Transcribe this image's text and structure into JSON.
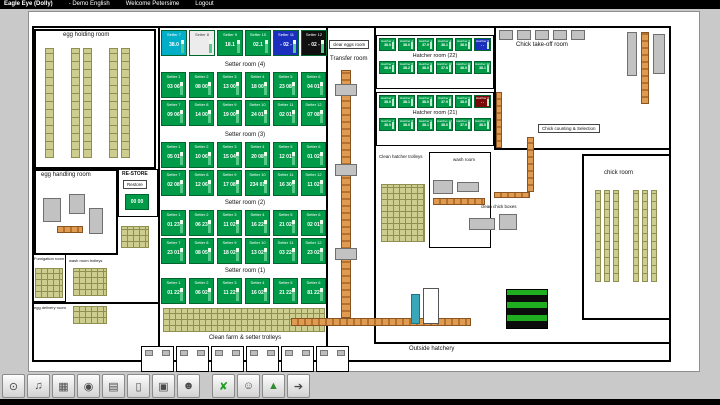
{
  "titlebar": {
    "app": "Eagle Eye (Dolly)",
    "lang": "- Demo English",
    "welcome": "Welcome Petersime",
    "logout": "Logout"
  },
  "colors": {
    "setter_green": "#009B48",
    "panel_blue": "#1B2FBE",
    "panel_black": "#101010",
    "panel_red": "#7A0A0A",
    "panel_teal": "#00AEC7",
    "conveyor_orange": "#DF9C50",
    "rack_tan": "#CDCD8F"
  },
  "rooms": {
    "egg_holding": "egg holding room",
    "egg_handling": "egg handling room",
    "restore_title": "RE-STORE",
    "restore_label": "Restore",
    "restore_value": "00 00",
    "fumigation": "Fumigation room",
    "wash_trolleys": "wash room trolleys",
    "egg_delivery": "egg delivery room",
    "clear_eggs": "clear eggs room",
    "transfer": "Transfer room",
    "chick_takeoff": "Chick take-off room",
    "chick_counting": "Chick counting & Selection",
    "chick_room": "chick room",
    "wash_room": "wash room",
    "clean_hatcher": "Clean hatcher trolleys",
    "clean_chick_boxes": "clean chick boxes",
    "clean_farm": "Clean farm & setter trolleys",
    "outside": "Outside hatchery"
  },
  "top_setters": [
    {
      "n": "Setter 7",
      "v": "38.0",
      "bg": "#00AEC7",
      "fg": "#FFFFFF"
    },
    {
      "n": "Setter 8",
      "v": "",
      "bg": "#ECECEC",
      "fg": "#444444"
    },
    {
      "n": "Setter 9",
      "v": "18.1",
      "bg": "#009B48",
      "fg": "#FFFFFF"
    },
    {
      "n": "Setter 10",
      "v": "02.1",
      "bg": "#009B48",
      "fg": "#FFFFFF"
    },
    {
      "n": "Setter 11",
      "v": "- 02 -",
      "bg": "#1B2FBE",
      "fg": "#FFFFFF"
    },
    {
      "n": "Setter 12",
      "v": "- 02 -",
      "bg": "#101010",
      "fg": "#FFFFFF"
    }
  ],
  "setter_rooms": [
    {
      "label": "Setter room (4)",
      "rows": [
        [
          {
            "n": "Setter 1",
            "v": "03 06"
          },
          {
            "n": "Setter 2",
            "v": "08 00"
          },
          {
            "n": "Setter 3",
            "v": "13 00"
          },
          {
            "n": "Setter 4",
            "v": "18 00"
          },
          {
            "n": "Setter 5",
            "v": "23 08"
          },
          {
            "n": "Setter 6",
            "v": "04 01"
          }
        ],
        [
          {
            "n": "Setter 7",
            "v": "09 06"
          },
          {
            "n": "Setter 8",
            "v": "14 00"
          },
          {
            "n": "Setter 9",
            "v": "19 00"
          },
          {
            "n": "Setter 10",
            "v": "24 01"
          },
          {
            "n": "Setter 11",
            "v": "02 01"
          },
          {
            "n": "Setter 12",
            "v": "07 08"
          }
        ]
      ]
    },
    {
      "label": "Setter room (3)",
      "rows": [
        [
          {
            "n": "Setter 1",
            "v": "05 01"
          },
          {
            "n": "Setter 2",
            "v": "10 06"
          },
          {
            "n": "Setter 3",
            "v": "15 04"
          },
          {
            "n": "Setter 4",
            "v": "20 08"
          },
          {
            "n": "Setter 5",
            "v": "12 01"
          },
          {
            "n": "Setter 6",
            "v": "01 02"
          }
        ],
        [
          {
            "n": "Setter 7",
            "v": "02 08"
          },
          {
            "n": "Setter 8",
            "v": "12 06"
          },
          {
            "n": "Setter 9",
            "v": "17 08"
          },
          {
            "n": "Setter 10",
            "v": "234 01"
          },
          {
            "n": "Setter 11",
            "v": "16 30"
          },
          {
            "n": "Setter 12",
            "v": "11 02"
          }
        ]
      ]
    },
    {
      "label": "Setter room (2)",
      "rows": [
        [
          {
            "n": "Setter 1",
            "v": "01 23"
          },
          {
            "n": "Setter 2",
            "v": "06 23"
          },
          {
            "n": "Setter 3",
            "v": "11 02"
          },
          {
            "n": "Setter 4",
            "v": "16 22"
          },
          {
            "n": "Setter 5",
            "v": "21 02"
          },
          {
            "n": "Setter 6",
            "v": "02 01"
          }
        ],
        [
          {
            "n": "Setter 7",
            "v": "23 01"
          },
          {
            "n": "Setter 8",
            "v": "08 05"
          },
          {
            "n": "Setter 9",
            "v": "18 02"
          },
          {
            "n": "Setter 10",
            "v": "13 02"
          },
          {
            "n": "Setter 11",
            "v": "03 22"
          },
          {
            "n": "Setter 12",
            "v": "23 02"
          }
        ]
      ]
    },
    {
      "label": "Setter room (1)",
      "rows": [
        [
          {
            "n": "Setter 1",
            "v": "01 22"
          },
          {
            "n": "Setter 2",
            "v": "06 02"
          },
          {
            "n": "Setter 3",
            "v": "11 22"
          },
          {
            "n": "Setter 4",
            "v": "16 02"
          },
          {
            "n": "Setter 5",
            "v": "21 22"
          },
          {
            "n": "Setter 6",
            "v": "81 22"
          }
        ]
      ]
    }
  ],
  "hatcher_rooms": [
    {
      "label": "Hatcher room (22)",
      "rows": [
        [
          {
            "n": "Hatcher 1",
            "v": "38.0"
          },
          {
            "n": "Hatcher 2",
            "v": "38.0"
          },
          {
            "n": "Hatcher 3",
            "v": "37.9"
          },
          {
            "n": "Hatcher 4",
            "v": "38.1"
          },
          {
            "n": "Hatcher 5",
            "v": "38.0"
          },
          {
            "n": "Hatcher 6",
            "v": "- -",
            "bg": "#1B2FBE"
          }
        ],
        [
          {
            "n": "Hatcher 7",
            "v": "38.0"
          },
          {
            "n": "Hatcher 8",
            "v": "38.2"
          },
          {
            "n": "Hatcher 9",
            "v": "38.0"
          },
          {
            "n": "Hatcher 10",
            "v": "37.8"
          },
          {
            "n": "Hatcher 11",
            "v": "38.0"
          },
          {
            "n": "Hatcher 12",
            "v": "38.1"
          }
        ]
      ]
    },
    {
      "label": "Hatcher room (21)",
      "rows": [
        [
          {
            "n": "Hatcher 1",
            "v": "38.0"
          },
          {
            "n": "Hatcher 2",
            "v": "38.1"
          },
          {
            "n": "Hatcher 3",
            "v": "38.0"
          },
          {
            "n": "Hatcher 4",
            "v": "37.9"
          },
          {
            "n": "Hatcher 5",
            "v": "38.0"
          },
          {
            "n": "Hatcher 6",
            "v": "- -",
            "bg": "#7A0A0A"
          }
        ],
        [
          {
            "n": "Hatcher 7",
            "v": "38.0"
          },
          {
            "n": "Hatcher 8",
            "v": "38.0"
          },
          {
            "n": "Hatcher 9",
            "v": "38.1"
          },
          {
            "n": "Hatcher 10",
            "v": "38.0"
          },
          {
            "n": "Hatcher 11",
            "v": "37.9"
          },
          {
            "n": "Hatcher 12",
            "v": "38.0"
          }
        ]
      ]
    }
  ],
  "toolbar": {
    "group1": [
      {
        "name": "zoom",
        "glyph": "⊙"
      },
      {
        "name": "audio",
        "glyph": "♫"
      },
      {
        "name": "screen",
        "glyph": "▦"
      },
      {
        "name": "camera",
        "glyph": "◉"
      },
      {
        "name": "print",
        "glyph": "▤"
      },
      {
        "name": "document",
        "glyph": "▯"
      },
      {
        "name": "clipboard",
        "glyph": "▣"
      },
      {
        "name": "users",
        "glyph": "☻"
      }
    ],
    "group2": [
      {
        "name": "close",
        "glyph": "✘",
        "color": "#1f9e1f"
      },
      {
        "name": "user",
        "glyph": "☺"
      },
      {
        "name": "tree",
        "glyph": "▲",
        "color": "#2e8b2e"
      },
      {
        "name": "walk",
        "glyph": "➔"
      }
    ]
  }
}
